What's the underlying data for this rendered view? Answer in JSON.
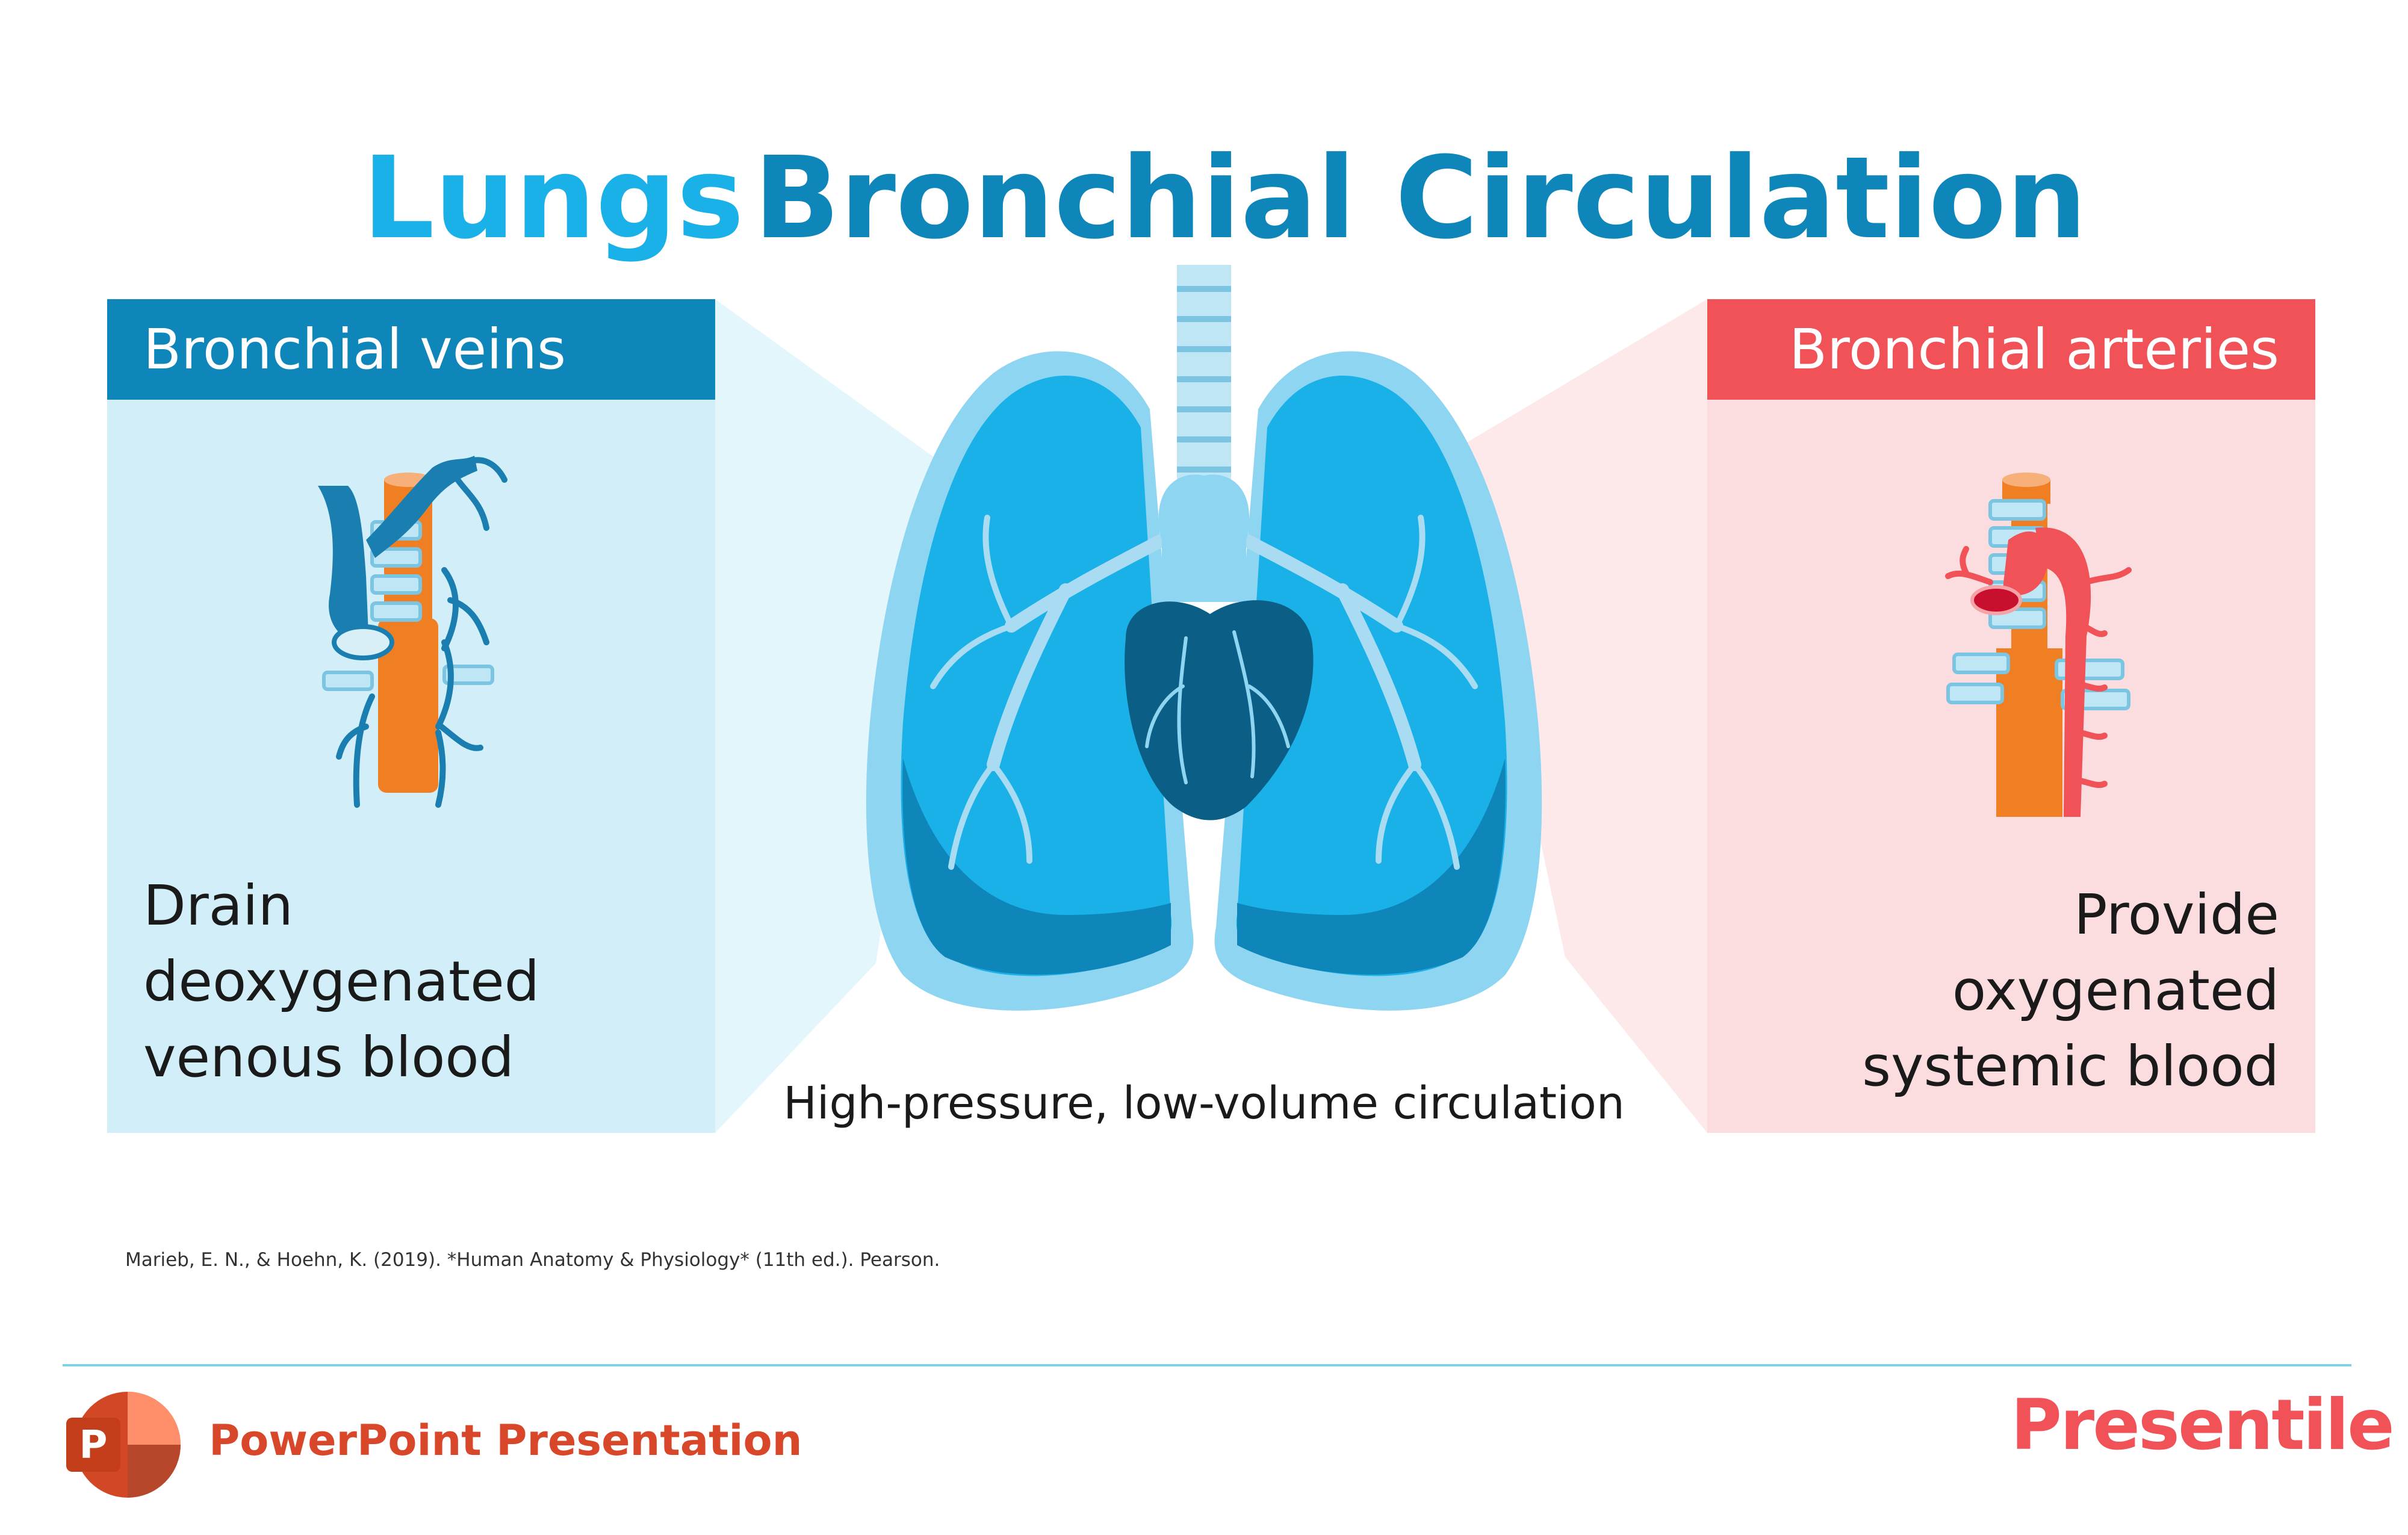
{
  "title": {
    "lungs": "Lungs",
    "main": "Bronchial Circulation"
  },
  "left_panel": {
    "heading": "Bronchial veins",
    "description_lines": [
      "Drain",
      "deoxygenated",
      "venous blood"
    ]
  },
  "right_panel": {
    "heading": "Bronchial arteries",
    "description_lines": [
      "Provide",
      "oxygenated",
      "systemic blood"
    ]
  },
  "caption": "High-pressure, low-volume circulation",
  "citation": "Marieb, E. N., & Hoehn, K. (2019). *Human Anatomy & Physiology* (11th ed.). Pearson.",
  "footer": {
    "label": "PowerPoint Presentation",
    "app_icon_letter": "P",
    "brand": "Presentile"
  },
  "icons": {
    "lungs": "lungs-heart-illustration",
    "veins": "bronchial-veins-illustration",
    "arteries": "bronchial-arteries-illustration",
    "app": "powerpoint-icon"
  },
  "colors": {
    "vein_blue": "#0e86b9",
    "light_blue": "#1ab0e8",
    "artery_red": "#f05257",
    "aorta_orange": "#f07f24",
    "footer_red": "#d9472b"
  }
}
